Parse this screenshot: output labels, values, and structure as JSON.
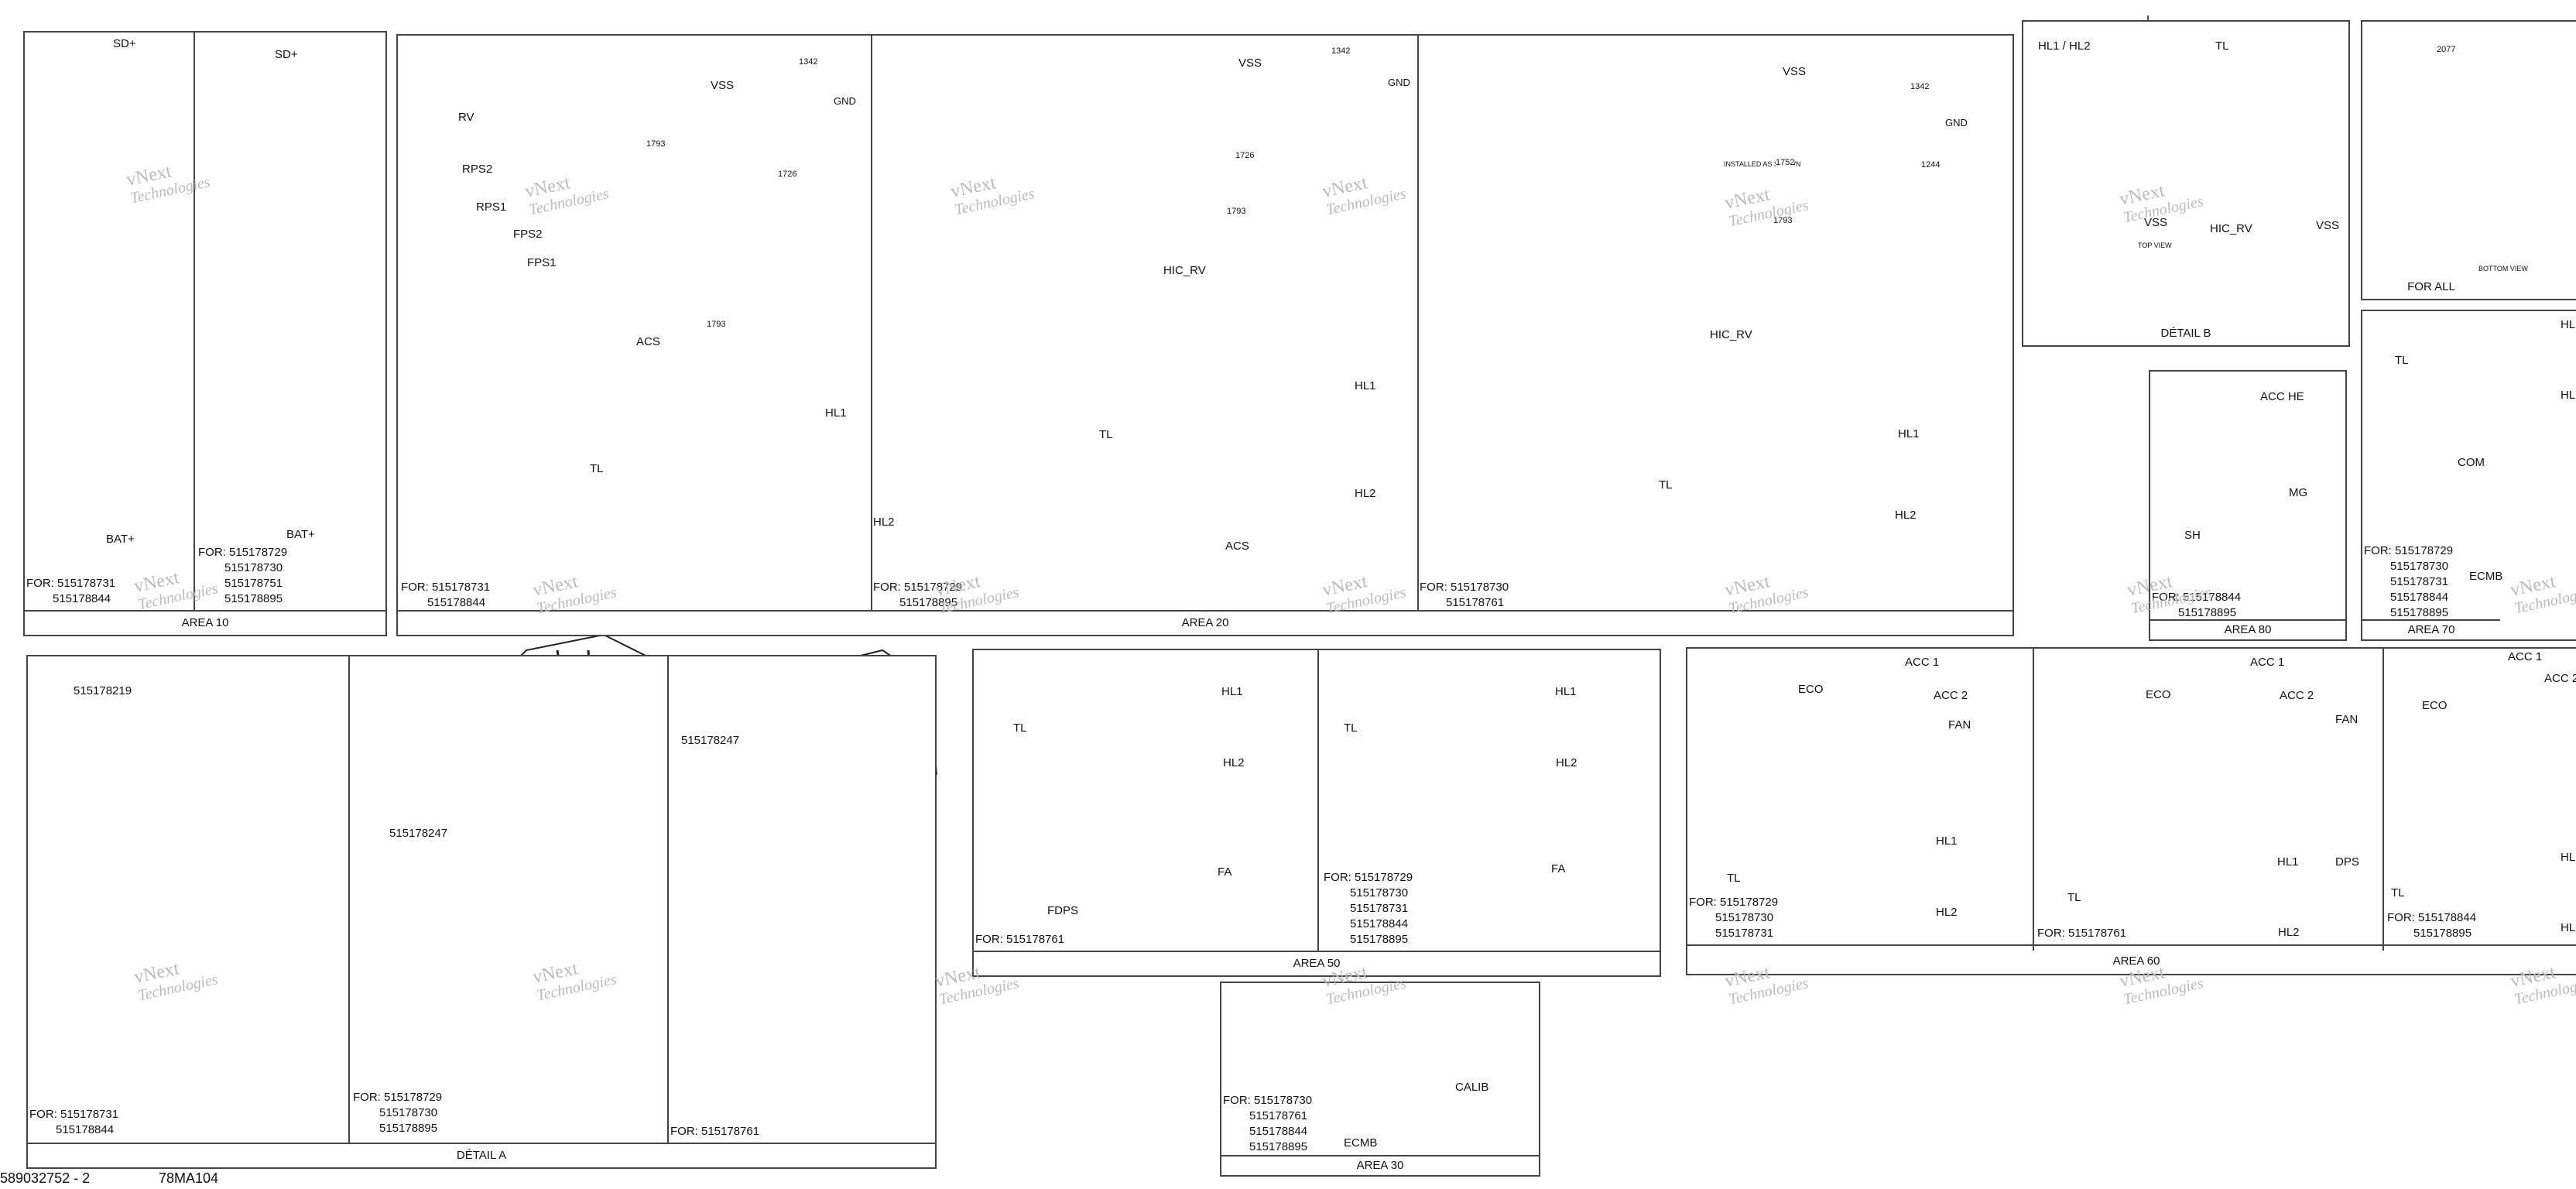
{
  "areas": {
    "area10": {
      "caption": "AREA 10",
      "for_lines": [
        "FOR: 515178731",
        "515178844"
      ],
      "for_lines2": [
        "FOR: 515178729",
        "515178730",
        "515178751",
        "515178895"
      ]
    },
    "area20": {
      "caption": "AREA 20",
      "for_a": [
        "FOR: 515178731",
        "515178844"
      ],
      "for_b": [
        "FOR: 515178729",
        "515178895"
      ],
      "for_c": [
        "FOR: 515178730",
        "515178761"
      ]
    },
    "detailB": {
      "caption": "DÉTAIL B",
      "top_view": "TOP VIEW"
    },
    "forAll": {
      "caption": "FOR ALL",
      "bottom_view": "BOTTOM VIEW"
    },
    "area80": {
      "caption": "AREA 80",
      "for_lines": [
        "FOR: 515178844",
        "515178895"
      ]
    },
    "area70": {
      "caption": "AREA 70",
      "for_lines": [
        "FOR: 515178729",
        "515178730",
        "515178731",
        "515178844",
        "515178895"
      ]
    },
    "detailA": {
      "caption": "DÉTAIL A",
      "for_a": [
        "FOR: 515178731",
        "515178844"
      ],
      "for_b": [
        "FOR: 515178729",
        "515178730",
        "515178895"
      ],
      "for_c": [
        "FOR: 515178761"
      ]
    },
    "area50": {
      "caption": "AREA 50",
      "for_a": [
        "FOR: 515178761"
      ],
      "for_b": [
        "FOR: 515178729",
        "515178730",
        "515178731",
        "515178844",
        "515178895"
      ]
    },
    "area30": {
      "caption": "AREA 30",
      "for_lines": [
        "FOR: 515178730",
        "515178761",
        "515178844",
        "515178895"
      ]
    },
    "area60": {
      "caption": "AREA 60",
      "for_a": [
        "FOR: 515178729",
        "515178730",
        "515178731"
      ],
      "for_b": [
        "FOR: 515178761"
      ],
      "for_c": [
        "FOR: 515178844",
        "515178895"
      ]
    }
  },
  "labels": {
    "sd_plus": "SD+",
    "bat_plus": "BAT+",
    "rv": "RV",
    "rps2": "RPS2",
    "rps1": "RPS1",
    "fps2": "FPS2",
    "fps1": "FPS1",
    "acs": "ACS",
    "vss": "VSS",
    "gnd": "GND",
    "hl1": "HL1",
    "hl2": "HL2",
    "tl": "TL",
    "hic_rv": "HIC_RV",
    "n1342": "1342",
    "n1793": "1793",
    "n1726": "1726",
    "n1244": "1244",
    "n2077": "2077",
    "n1752": "1752",
    "hl1_hl2": "HL1 / HL2",
    "acc_he": "ACC HE",
    "mg": "MG",
    "sh": "SH",
    "com": "COM",
    "ecmb": "ECMB",
    "p515178219": "515178219",
    "p515178247": "515178247",
    "fdps": "FDPS",
    "fa": "FA",
    "calib": "CALIB",
    "eco": "ECO",
    "acc1": "ACC 1",
    "acc2": "ACC 2",
    "fan": "FAN",
    "dps": "DPS",
    "installed": "INSTALLED AS SHOWN"
  },
  "watermark": {
    "line1": "vNext",
    "line2": "Technologies"
  },
  "footer": {
    "doc": "589032752 - 2",
    "code": "78MA104"
  }
}
